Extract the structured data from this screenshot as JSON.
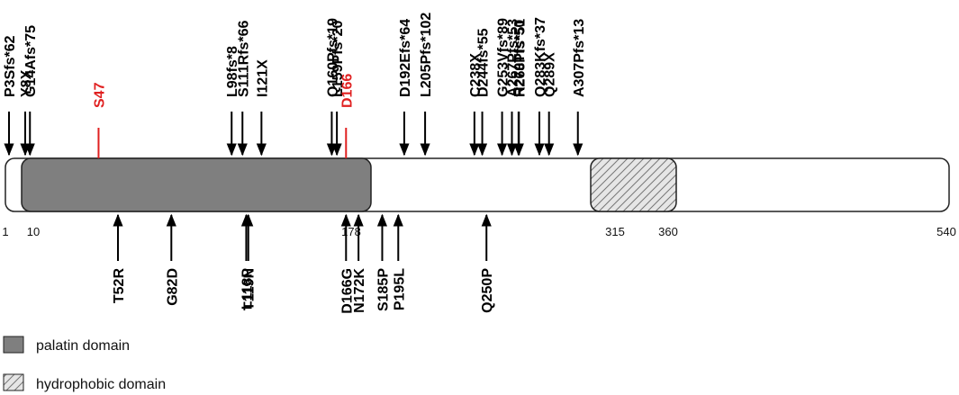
{
  "colors": {
    "palatin_fill": "#7f7f7f",
    "normal_mutation": "#000000",
    "highlight_mutation": "#e02020",
    "protein_fill": "#ffffff"
  },
  "protein": {
    "length": 540,
    "position_labels": [
      "1",
      "10",
      "178",
      "315",
      "360",
      "540"
    ]
  },
  "domains": [
    {
      "name": "palatin domain",
      "start": 10,
      "end": 178,
      "style": "solid-grey"
    },
    {
      "name": "hydrophobic domain",
      "start": 315,
      "end": 360,
      "style": "hatched"
    }
  ],
  "top_mutations": [
    {
      "label": "P3Sfs*62",
      "position": 3,
      "highlight": false
    },
    {
      "label": "Y8X",
      "position": 8,
      "highlight": false
    },
    {
      "label": "G14Afs*75",
      "position": 14,
      "highlight": false
    },
    {
      "label": "S47",
      "position": 47,
      "highlight": true
    },
    {
      "label": "L98fs*8",
      "position": 98,
      "highlight": false
    },
    {
      "label": "S111Rfs*66",
      "position": 111,
      "highlight": false
    },
    {
      "label": "I121X",
      "position": 121,
      "highlight": false
    },
    {
      "label": "L159Pfs*20",
      "position": 159,
      "highlight": false
    },
    {
      "label": "Q160Pfs*19",
      "position": 160,
      "highlight": false
    },
    {
      "label": "D166",
      "position": 166,
      "highlight": true
    },
    {
      "label": "D192Efs*64",
      "position": 192,
      "highlight": false
    },
    {
      "label": "L205Pfs*102",
      "position": 205,
      "highlight": false
    },
    {
      "label": "C238X",
      "position": 238,
      "highlight": false
    },
    {
      "label": "D244fs*55",
      "position": 244,
      "highlight": false
    },
    {
      "label": "G253Vfs*89",
      "position": 253,
      "highlight": false
    },
    {
      "label": "A267Pfs*53",
      "position": 267,
      "highlight": false
    },
    {
      "label": "R268Pfs*51",
      "position": 268,
      "highlight": false
    },
    {
      "label": "H270Tfs*50",
      "position": 270,
      "highlight": false
    },
    {
      "label": "Q283Kfs*37",
      "position": 283,
      "highlight": false
    },
    {
      "label": "Q289X",
      "position": 289,
      "highlight": false
    },
    {
      "label": "A307Pfs*13",
      "position": 307,
      "highlight": false
    }
  ],
  "bottom_mutations": [
    {
      "label": "T52R",
      "position": 52
    },
    {
      "label": "G82D",
      "position": 82
    },
    {
      "label": "L118P",
      "position": 118
    },
    {
      "label": "T119N",
      "position": 119
    },
    {
      "label": "D166G",
      "position": 166
    },
    {
      "label": "N172K",
      "position": 172
    },
    {
      "label": "S185P",
      "position": 185
    },
    {
      "label": "P195L",
      "position": 195
    },
    {
      "label": "Q250P",
      "position": 250
    }
  ],
  "legend": [
    {
      "label": "palatin domain",
      "style": "solid-grey"
    },
    {
      "label": "hydrophobic domain",
      "style": "hatched"
    }
  ]
}
